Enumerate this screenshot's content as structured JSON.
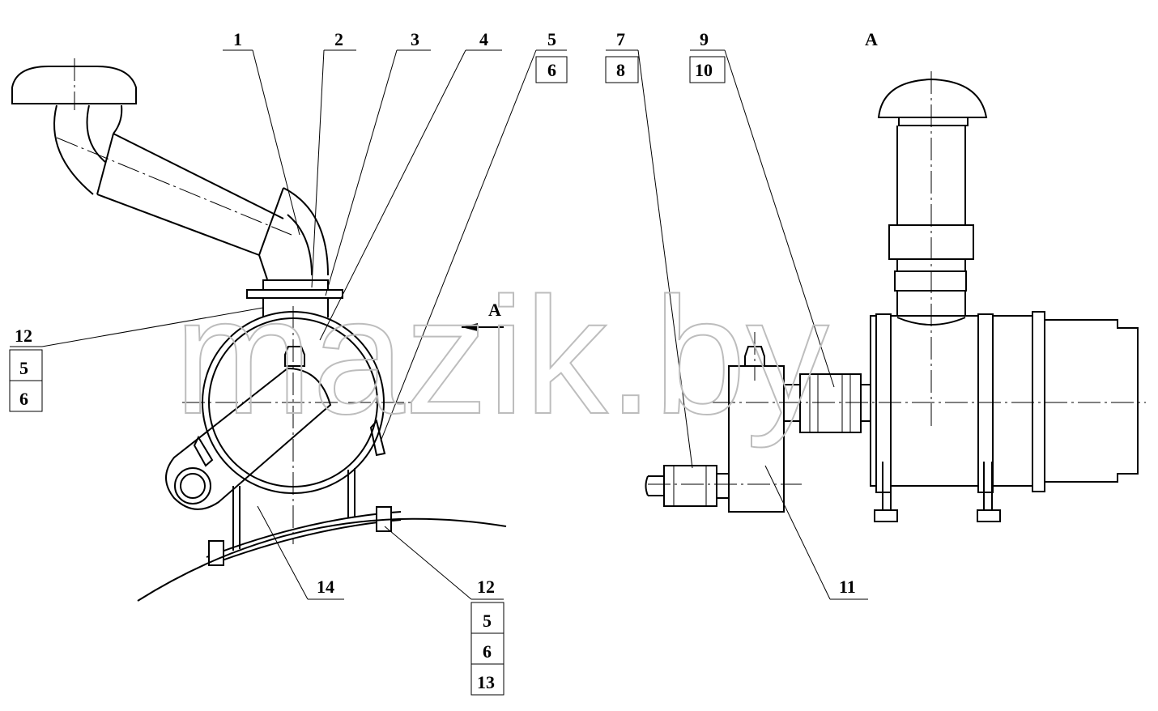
{
  "drawing": {
    "view_label": "A",
    "arrow_label": "A",
    "watermark": "mazik.by"
  },
  "callouts": {
    "c1": "1",
    "c2": "2",
    "c3": "3",
    "c4": "4",
    "c5a": "5",
    "c6a": "6",
    "c7": "7",
    "c8": "8",
    "c9": "9",
    "c10": "10",
    "c11": "11",
    "c14": "14"
  },
  "stack_left": [
    "12",
    "5",
    "6"
  ],
  "stack_bottom": [
    "12",
    "5",
    "6",
    "13"
  ]
}
